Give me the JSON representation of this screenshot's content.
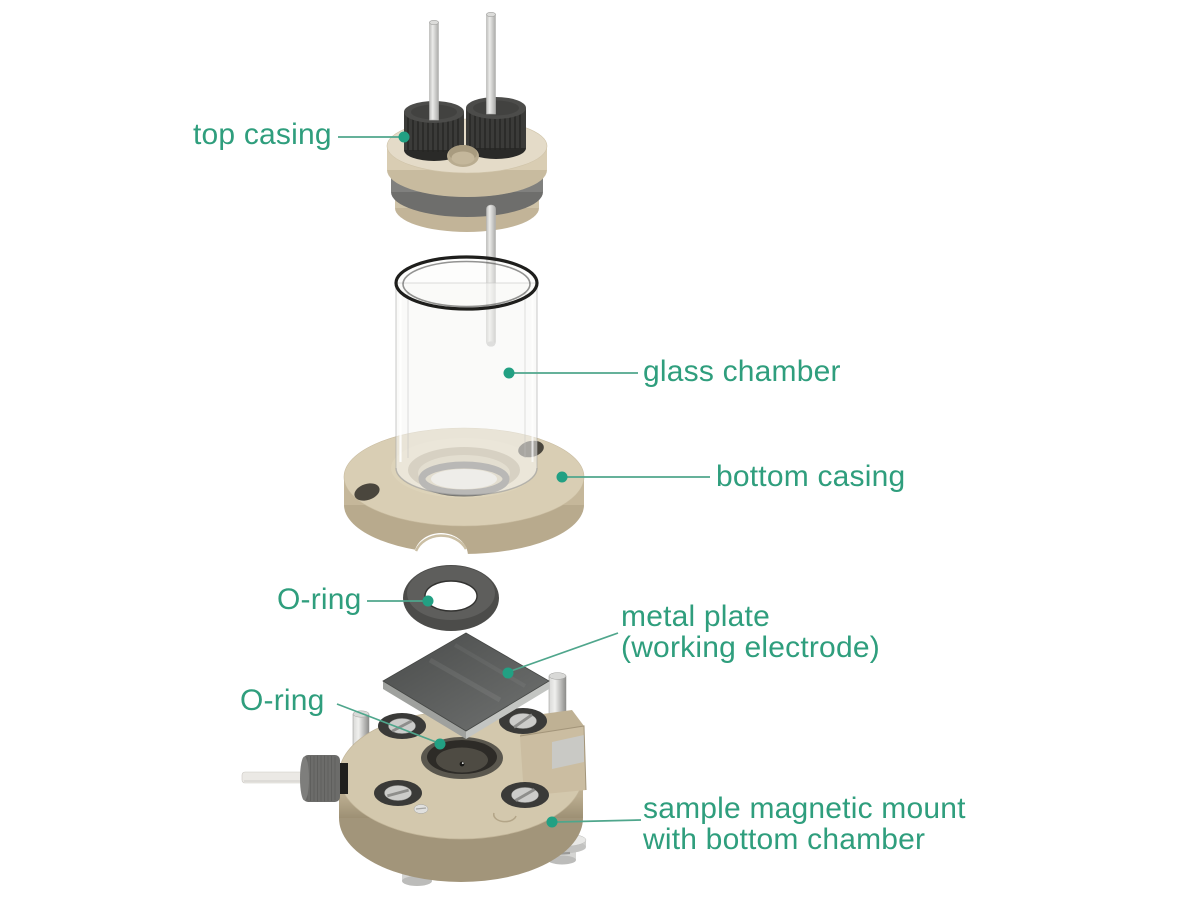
{
  "diagram": {
    "type": "exploded-assembly-diagram",
    "background_color": "#ffffff",
    "label_text_color": "#2f9e7d",
    "leader_line_color": "#4fa68c",
    "leader_dot_color": "#22a083",
    "labels": {
      "top_casing": "top casing",
      "glass_chamber": "glass chamber",
      "bottom_casing": "bottom casing",
      "o_ring_upper": "O-ring",
      "metal_plate_line1": "metal plate",
      "metal_plate_line2": "(working electrode)",
      "o_ring_lower": "O-ring",
      "mount_line1": "sample magnetic mount",
      "mount_line2": "with bottom chamber"
    },
    "parts": [
      {
        "name": "top-casing",
        "color": "#e4dbc8",
        "details": "beige cap disc with two black knurled electrode ports and two white electrode rods"
      },
      {
        "name": "glass-chamber",
        "color": "#f4f4f2",
        "details": "transparent glass cylinder with dark rim"
      },
      {
        "name": "bottom-casing",
        "color": "#d9ceb4",
        "details": "beige flange ring with two bolt holes and front notch"
      },
      {
        "name": "o-ring-upper",
        "color": "#4c4c4a",
        "details": "dark rubber o-ring"
      },
      {
        "name": "metal-plate-working-electrode",
        "color": "#5a5c5b",
        "details": "dark square metal plate"
      },
      {
        "name": "o-ring-lower",
        "color": "#2d2b27",
        "details": "o-ring seated in mount recess"
      },
      {
        "name": "sample-magnetic-mount",
        "color": "#d3c8ad",
        "details": "beige cylindrical mount with four magnets, two pins, side tube port and screw feet"
      }
    ]
  }
}
